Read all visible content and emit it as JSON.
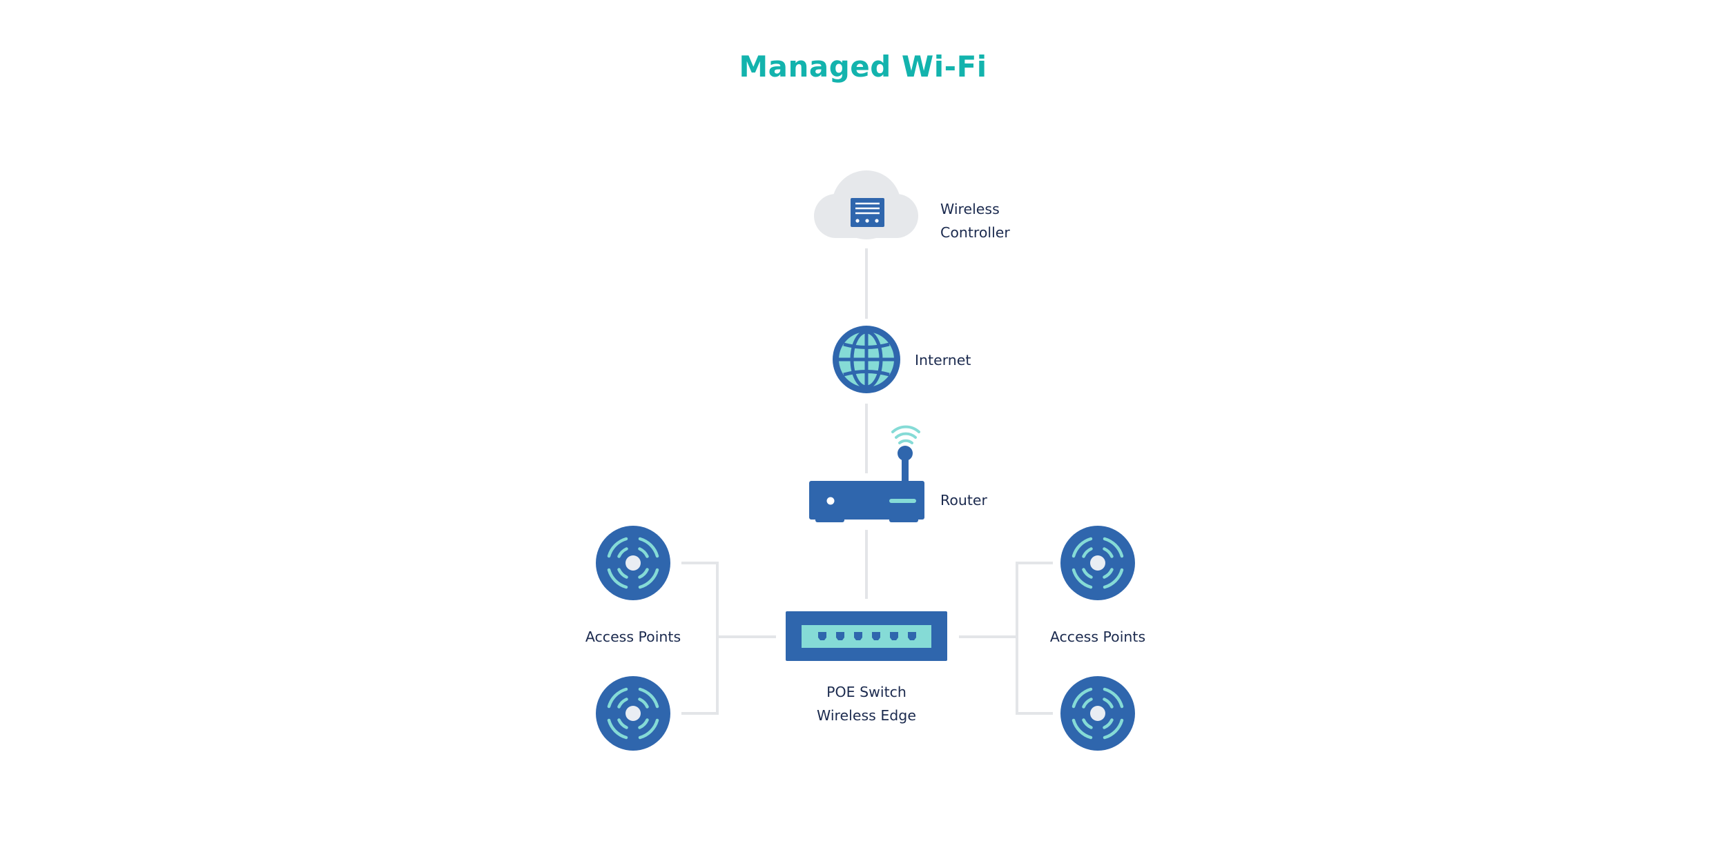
{
  "title": "Managed Wi-Fi",
  "colors": {
    "title": "#13b3ad",
    "device_blue": "#2f66ad",
    "accent_teal": "#85dbd6",
    "connector_gray": "#e3e5e8",
    "cloud_gray": "#e6e8eb",
    "label_text": "#1b2a4e"
  },
  "nodes": {
    "wireless_controller": {
      "icon": "cloud-server-icon",
      "label_line1": "Wireless",
      "label_line2": "Controller"
    },
    "internet": {
      "icon": "globe-icon",
      "label": "Internet"
    },
    "router": {
      "icon": "router-icon",
      "label": "Router"
    },
    "poe_switch": {
      "icon": "switch-icon",
      "label_line1": "POE Switch",
      "label_line2": "Wireless Edge"
    },
    "access_points_left": {
      "icon": "access-point-icon",
      "label": "Access Points"
    },
    "access_points_right": {
      "icon": "access-point-icon",
      "label": "Access Points"
    }
  }
}
